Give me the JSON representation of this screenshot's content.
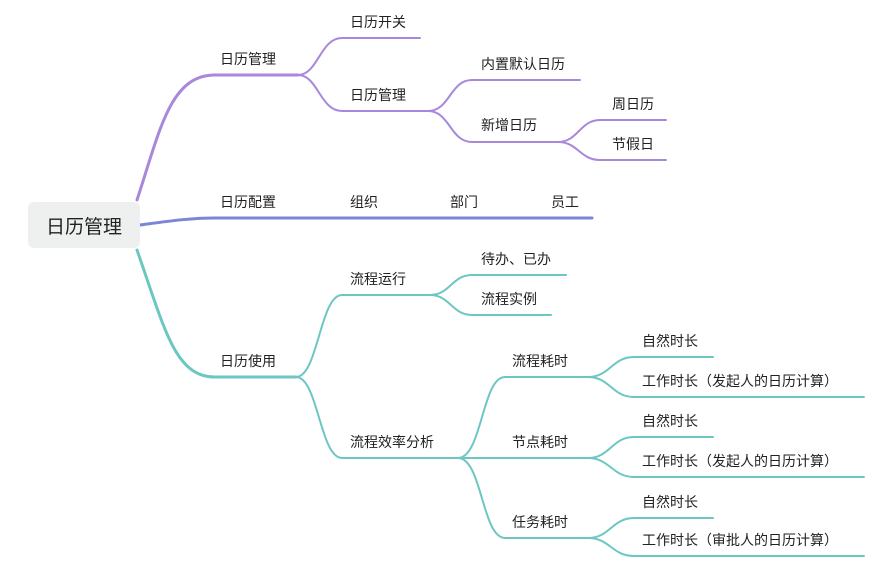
{
  "colors": {
    "purple": "#a888db",
    "blue": "#7a86d6",
    "teal": "#6cc7c3"
  },
  "root": {
    "label": "日历管理"
  },
  "branches": {
    "management": {
      "label": "日历管理",
      "switch": "日历开关",
      "management": {
        "label": "日历管理",
        "builtin": "内置默认日历",
        "add": {
          "label": "新增日历",
          "weekly": "周日历",
          "holiday": "节假日"
        }
      }
    },
    "config": {
      "label": "日历配置",
      "levels": [
        "组织",
        "部门",
        "员工"
      ]
    },
    "usage": {
      "label": "日历使用",
      "running": {
        "label": "流程运行",
        "todo": "待办、已办",
        "instance": "流程实例"
      },
      "efficiency": {
        "label": "流程效率分析",
        "process": {
          "label": "流程耗时",
          "natural": "自然时长",
          "working": "工作时长（发起人的日历计算）"
        },
        "node": {
          "label": "节点耗时",
          "natural": "自然时长",
          "working": "工作时长（发起人的日历计算）"
        },
        "task": {
          "label": "任务耗时",
          "natural": "自然时长",
          "working": "工作时长（审批人的日历计算）"
        }
      }
    }
  }
}
